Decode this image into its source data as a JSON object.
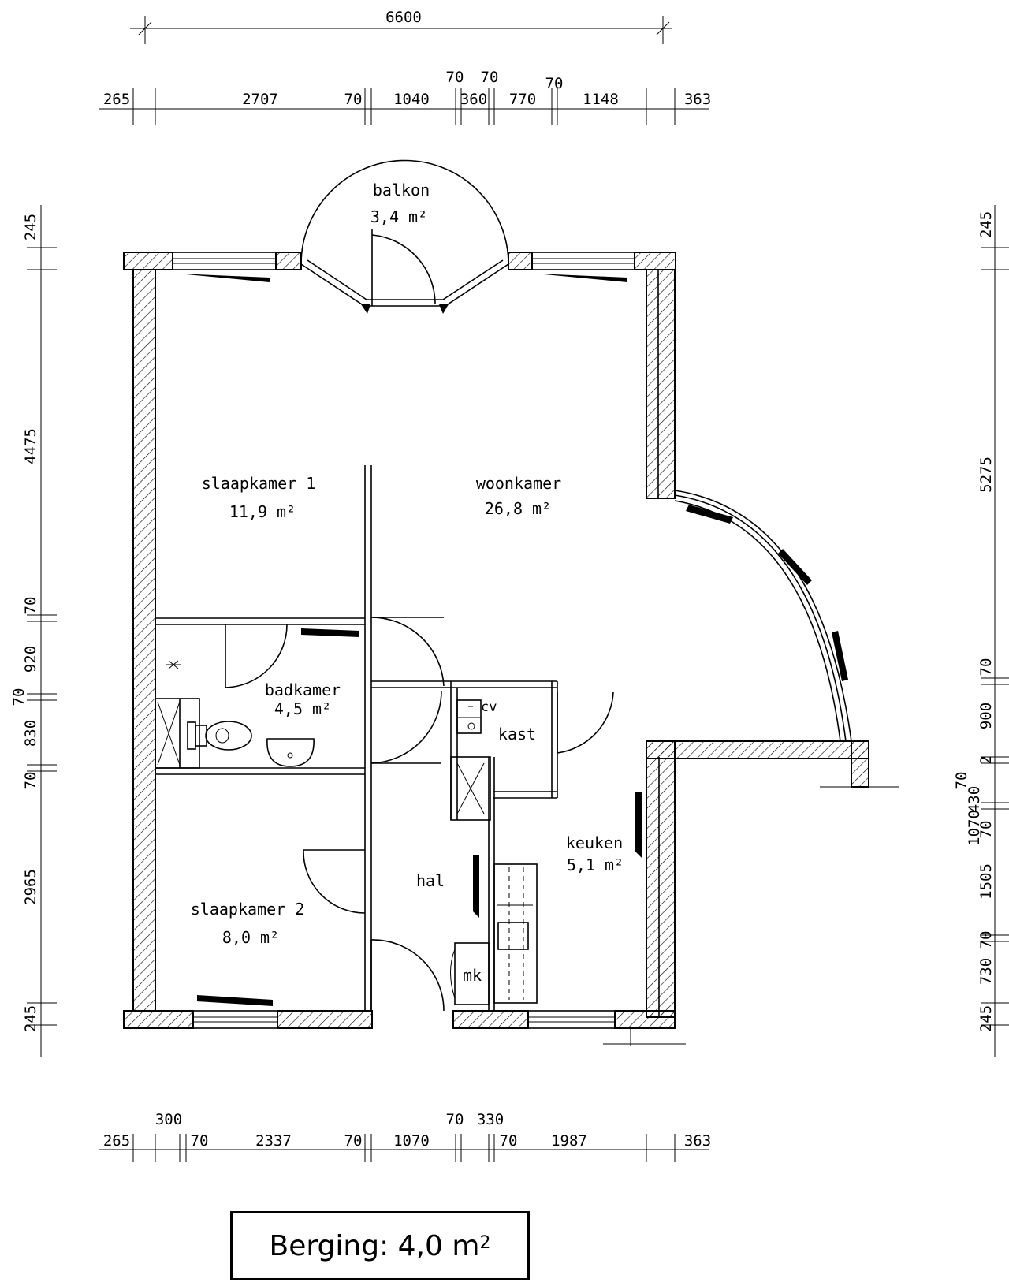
{
  "rooms": {
    "balkon": {
      "name": "balkon",
      "area": "3,4 m²"
    },
    "slaapkamer1": {
      "name": "slaapkamer 1",
      "area": "11,9 m²"
    },
    "woonkamer": {
      "name": "woonkamer",
      "area": "26,8 m²"
    },
    "badkamer": {
      "name": "badkamer",
      "area": "4,5 m²"
    },
    "kast": {
      "name": "kast"
    },
    "cv": {
      "name": "cv"
    },
    "keuken": {
      "name": "keuken",
      "area": "5,1 m²"
    },
    "hal": {
      "name": "hal"
    },
    "slaapkamer2": {
      "name": "slaapkamer 2",
      "area": "8,0 m²"
    },
    "mk": {
      "name": "mk"
    }
  },
  "dimensions": {
    "overall_top": "6600",
    "top": [
      "265",
      "2707",
      "70",
      "1040",
      "70",
      "360",
      "70",
      "770",
      "70",
      "1148",
      "363"
    ],
    "bottom": [
      "265",
      "300",
      "70",
      "2337",
      "70",
      "1070",
      "70",
      "330",
      "70",
      "1987",
      "363"
    ],
    "left": [
      "245",
      "4475",
      "70",
      "920",
      "70",
      "830",
      "70",
      "2965",
      "245"
    ],
    "right": [
      "245",
      "5275",
      "70",
      "900",
      "70",
      "430",
      "1070",
      "2",
      "70",
      "1505",
      "70",
      "730",
      "245"
    ]
  },
  "storage": {
    "label": "Berging:",
    "area": "4,0 m",
    "superscript": "2"
  }
}
